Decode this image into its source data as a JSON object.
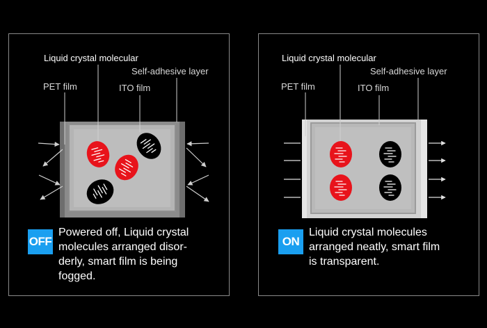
{
  "off_panel": {
    "labels": {
      "liquid_crystal": "Liquid crystal molecular",
      "self_adhesive": "Self-adhesive layer",
      "pet_film": "PET  film",
      "ito_film": "ITO film"
    },
    "badge": "OFF",
    "description": [
      "Powered off, Liquid crystal",
      "molecules arranged disor-",
      "derly, smart film is being",
      "fogged."
    ]
  },
  "on_panel": {
    "labels": {
      "liquid_crystal": "Liquid crystal molecular",
      "self_adhesive": "Self-adhesive layer",
      "pet_film": "PET  film",
      "ito_film": "ITO film"
    },
    "badge": "ON",
    "description": [
      "Liquid crystal molecules",
      "arranged neatly, smart film",
      "is transparent."
    ]
  },
  "colors": {
    "badge_bg": "#1a9ff0",
    "red_molecule": "#e8131b",
    "black_molecule": "#000000",
    "off_outer_frame": "#6e6e6e",
    "off_inner": "#b9b9b9",
    "on_outer_frame": "#dcdcdc",
    "on_inner": "#bdbdbd",
    "arrow": "#cfcfcf"
  }
}
